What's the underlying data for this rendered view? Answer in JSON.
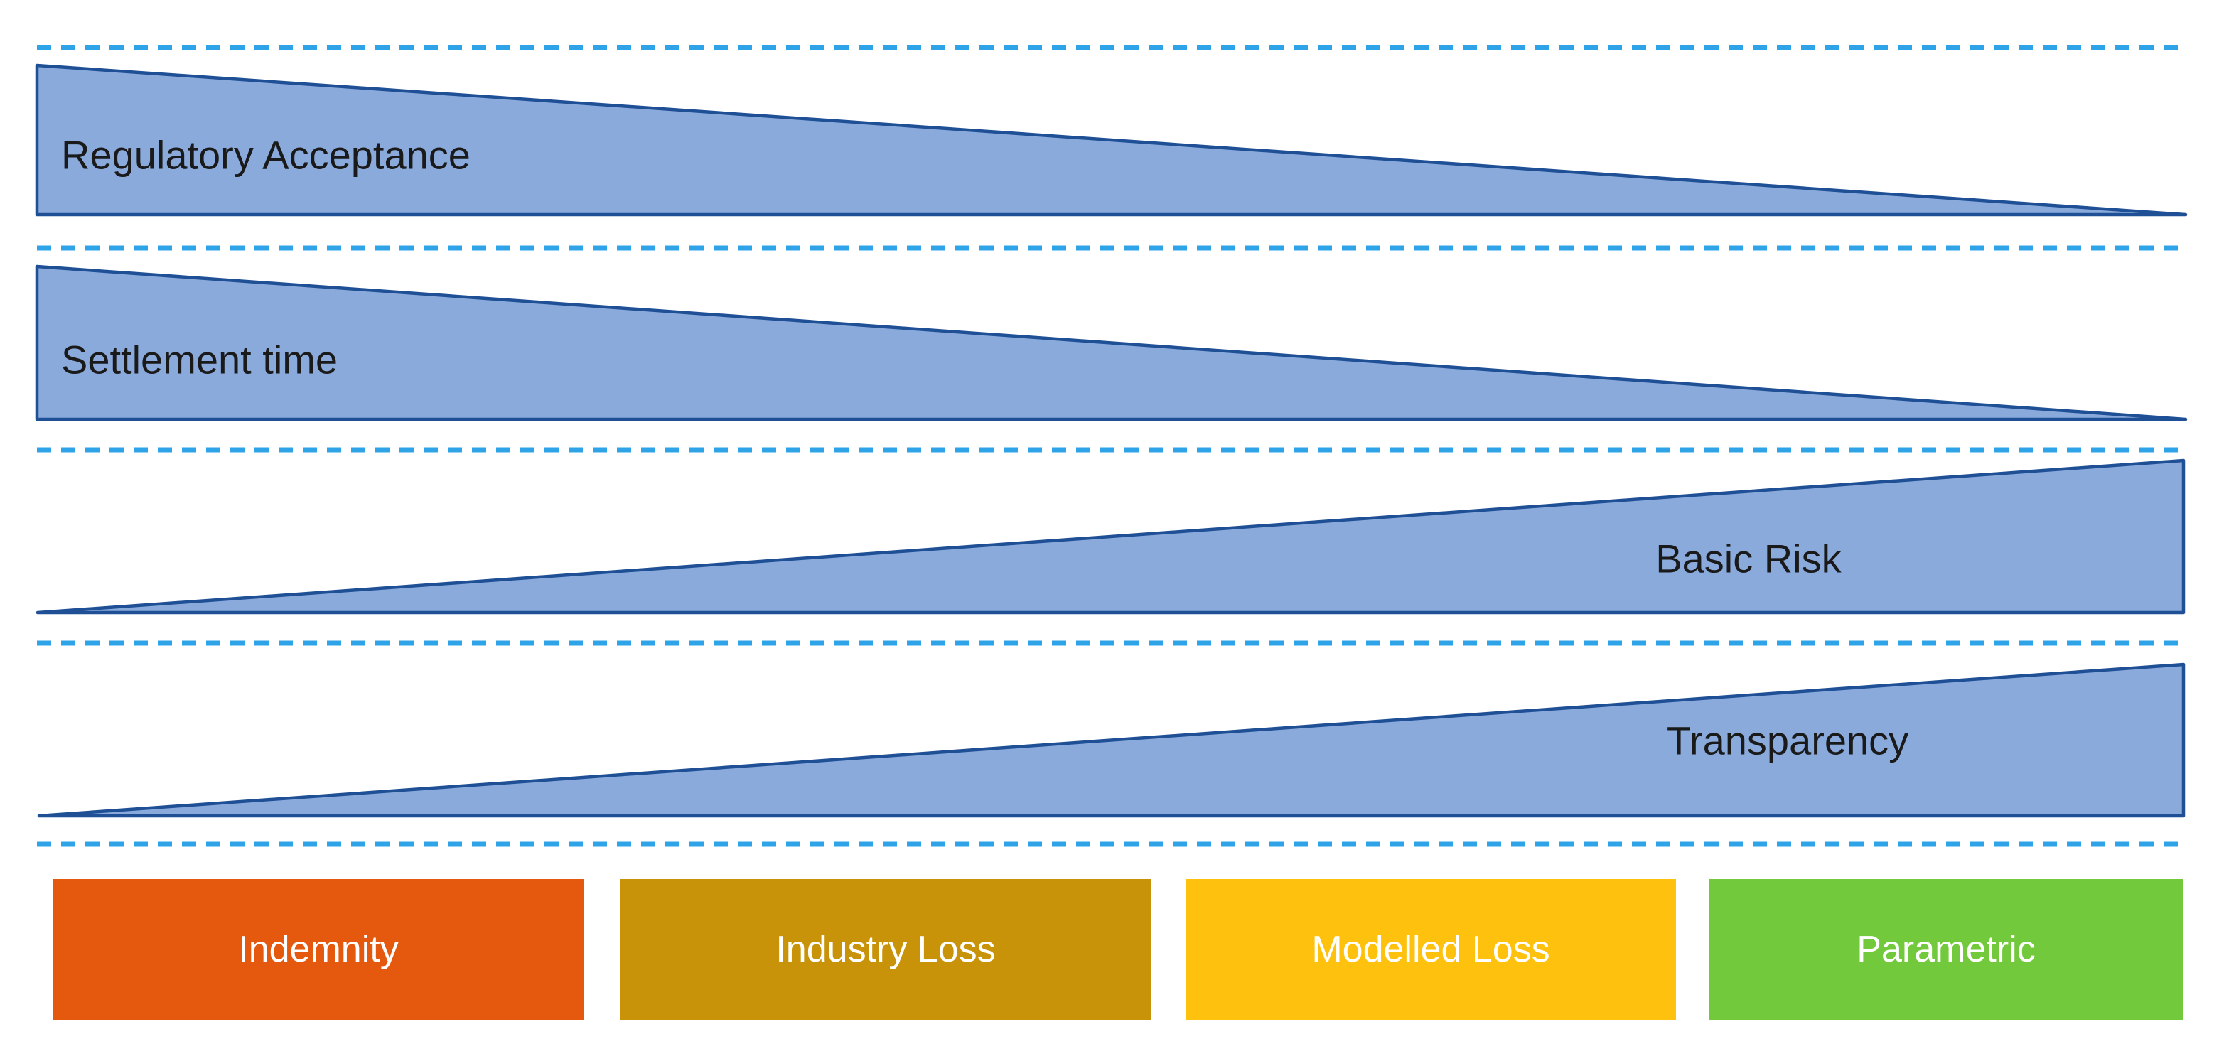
{
  "diagram": {
    "type": "wedge-comparison",
    "wedges": [
      {
        "label": "Regulatory Acceptance",
        "direction": "decreasing-left-to-right",
        "label_side": "left"
      },
      {
        "label": "Settlement time",
        "direction": "decreasing-left-to-right",
        "label_side": "left"
      },
      {
        "label": "Basic Risk",
        "direction": "increasing-left-to-right",
        "label_side": "right"
      },
      {
        "label": "Transparency",
        "direction": "increasing-left-to-right",
        "label_side": "right"
      }
    ],
    "categories": [
      {
        "label": "Indemnity",
        "color": "#E4590E",
        "text_color": "#FFFFFF"
      },
      {
        "label": "Industry Loss",
        "color": "#C89309",
        "text_color": "#FFFFFF"
      },
      {
        "label": "Modelled Loss",
        "color": "#FEC10D",
        "text_color": "#FFFFFF"
      },
      {
        "label": "Parametric",
        "color": "#72C93C",
        "text_color": "#FFFFFF"
      }
    ],
    "colors": {
      "wedge_fill": "#8AAADC",
      "wedge_border": "#1F5096",
      "separator": "#2FA3E8",
      "wedge_label_text": "#1A1A1A",
      "background": "#FFFFFF"
    }
  }
}
